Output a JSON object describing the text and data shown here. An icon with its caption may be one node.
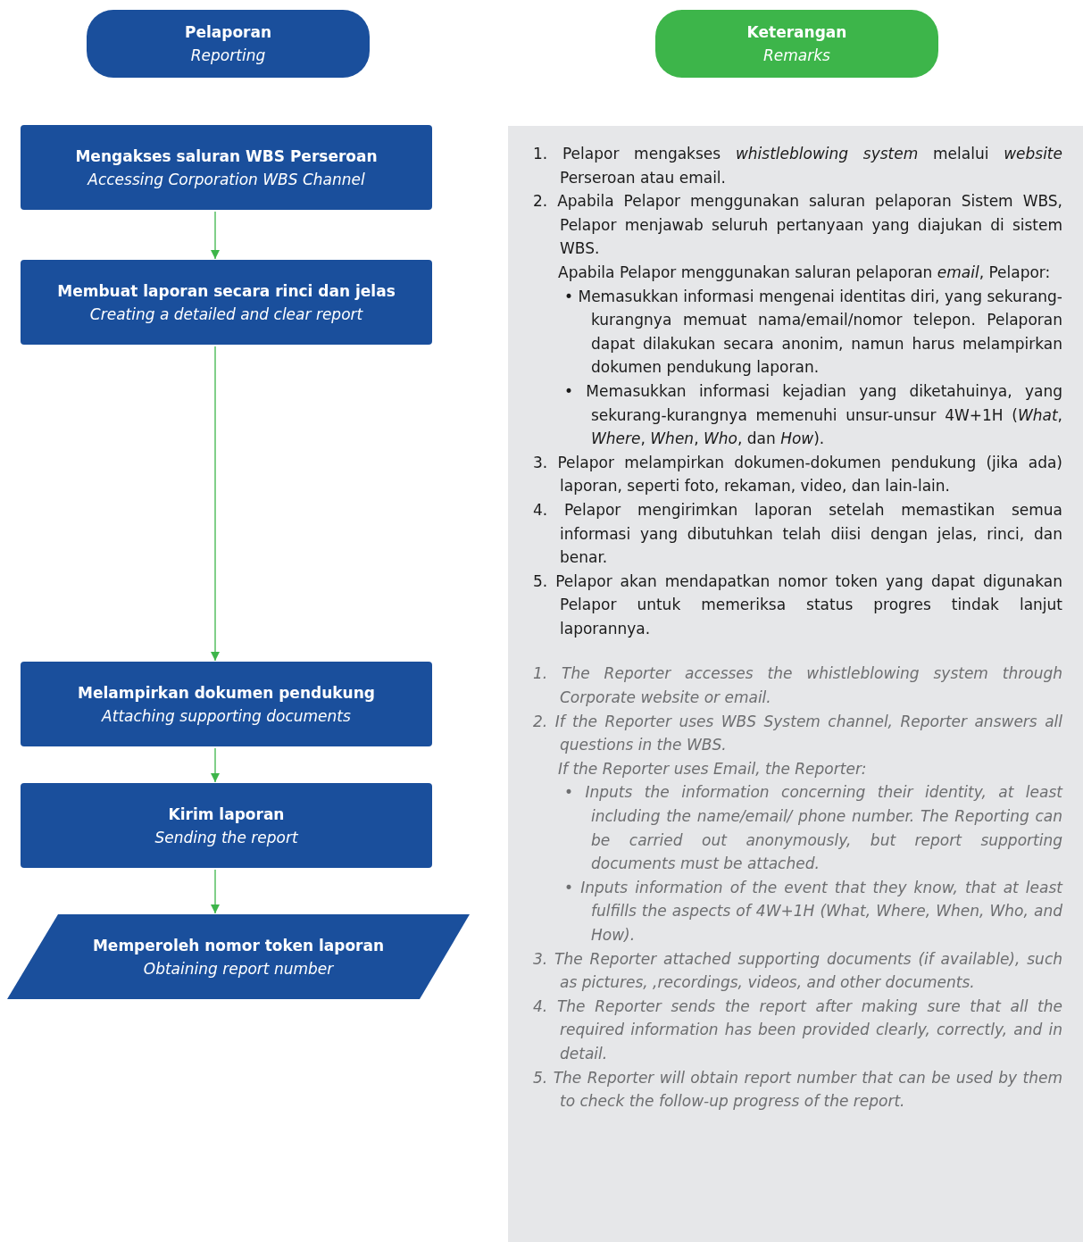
{
  "diagram": {
    "nodes": [
      {
        "text": [
          "Pelaporan",
          "Reporting"
        ]
      },
      {
        "text": [
          "Keterangan",
          "Remarks"
        ]
      },
      {
        "text": [
          "Mengakses saluran WBS Perseroan",
          "Accessing Corporation WBS Channel"
        ]
      },
      {
        "text": [
          "Membuat laporan secara rinci dan jelas",
          "Creating a detailed and clear report"
        ]
      },
      {
        "text": [
          "Melampirkan dokumen pendukung",
          "Attaching supporting documents"
        ]
      },
      {
        "text": [
          "Kirim laporan",
          "Sending the report"
        ]
      },
      {
        "text": [
          "Memperoleh nomor token laporan",
          "Obtaining report number"
        ]
      },
      {
        "text": [
          "1. Pelapor mengakses *whistleblowing system* melalui *website* Perseroan atau email.",
          "2. Apabila Pelapor menggunakan saluran pelaporan Sistem WBS, Pelapor menjawab seluruh pertanyaan yang diajukan di sistem WBS.",
          "Apabila Pelapor menggunakan saluran pelaporan *email*, Pelapor:",
          "• Memasukkan informasi mengenai identitas diri, yang sekurang-kurangnya memuat nama/email/nomor telepon. Pelaporan dapat dilakukan secara anonim, namun harus melampirkan dokumen pendukung laporan.",
          "• Memasukkan informasi kejadian yang diketahuinya, yang sekurang-kurangnya memenuhi unsur-unsur 4W+1H (*What*, *Where*, *When*, *Who*, dan *How*).",
          "3. Pelapor melampirkan dokumen-dokumen pendukung (jika ada) laporan, seperti foto, rekaman, video, dan lain-lain.",
          "4. Pelapor mengirimkan laporan setelah memastikan semua informasi yang dibutuhkan telah diisi dengan jelas, rinci, dan benar.",
          "5. Pelapor akan mendapatkan nomor token yang dapat digunakan Pelapor untuk memeriksa status progres tindak lanjut laporannya.",
          "1. The Reporter accesses the whistleblowing system through Corporate website or email.",
          "2. If the Reporter uses WBS System channel, Reporter answers all questions in the WBS.",
          "If the Reporter uses Email, the Reporter:",
          "• Inputs the information concerning their identity, at least including the name/email/ phone number. The Reporting can be carried out anonymously, but report supporting documents must be attached.",
          "• Inputs information of the event that they know, that at least fulfills the aspects of 4W+1H (What, Where, When, Who, and How).",
          "3. The Reporter attached supporting documents (if available), such as pictures, ,recordings, videos, and other documents.",
          "4. The Reporter sends the report after making sure that all the required information has been provided clearly, correctly, and in detail.",
          "5. The Reporter will obtain report number that can be used by them to check the follow-up progress of the report."
        ]
      }
    ],
    "edges": [
      {
        "from": 2,
        "to": 3,
        "arrow": "to"
      },
      {
        "from": 3,
        "to": 4,
        "arrow": "to"
      },
      {
        "from": 4,
        "to": 5,
        "arrow": "to"
      },
      {
        "from": 5,
        "to": 6,
        "arrow": "to"
      }
    ]
  }
}
